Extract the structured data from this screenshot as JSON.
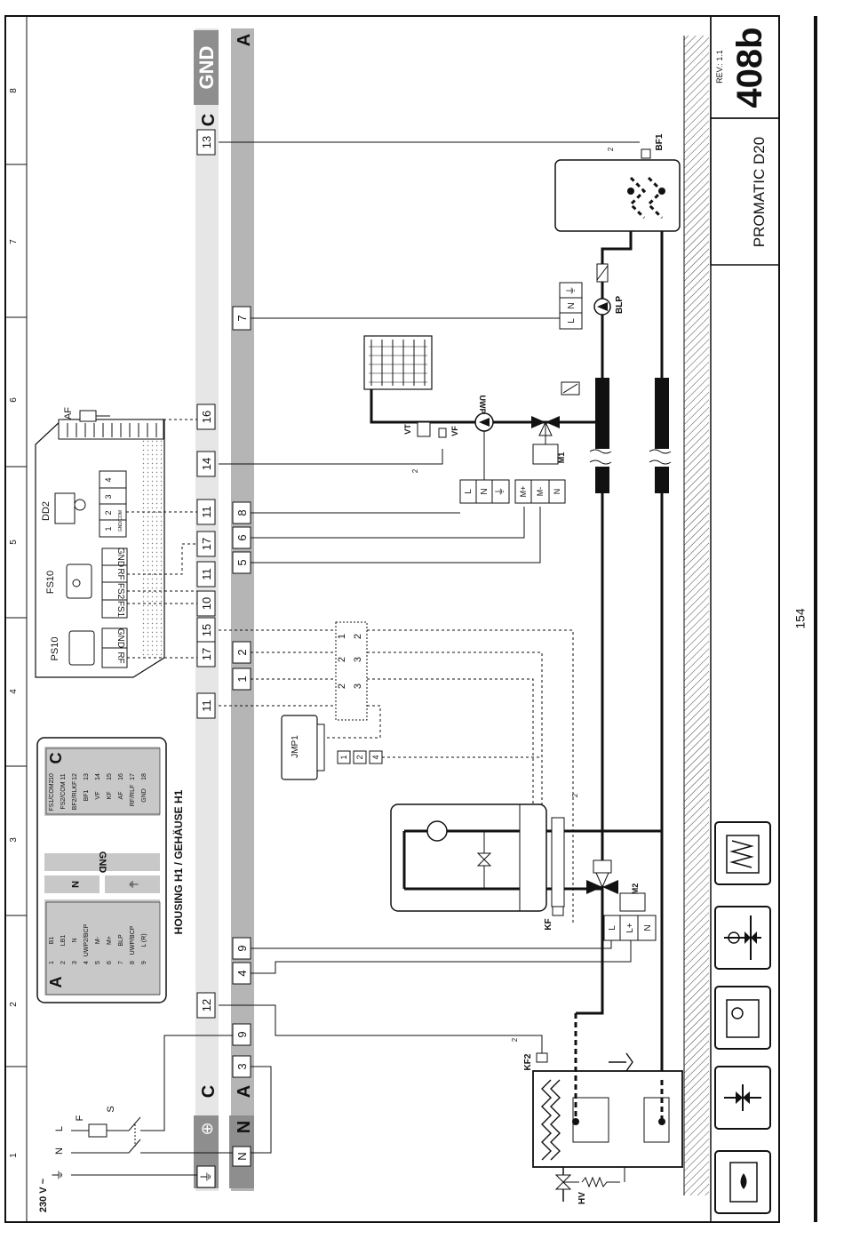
{
  "title_block": {
    "revision": "REV.: 1.1",
    "diagram_number": "408b",
    "product": "PROMATIC D20"
  },
  "page_number": "154",
  "grid_columns": [
    "1",
    "2",
    "3",
    "4",
    "5",
    "6",
    "7",
    "8"
  ],
  "supply": {
    "voltage": "230 V ~",
    "line": "L",
    "neutral": "N",
    "fuse": "F",
    "switch": "S"
  },
  "buses": {
    "gnd": "GND",
    "c": "C",
    "a": "A",
    "n": "N",
    "pe": "⏚",
    "pe_circle": "⊕"
  },
  "housing_title": "HOUSING H1 / GEHÄUSE H1",
  "terminal_table_a": {
    "header": "A",
    "rows": [
      {
        "num": "1",
        "label": "B1"
      },
      {
        "num": "2",
        "label": "LB1"
      },
      {
        "num": "3",
        "label": "N"
      },
      {
        "num": "4",
        "label": "UWP2/BCP"
      },
      {
        "num": "5",
        "label": "M-"
      },
      {
        "num": "6",
        "label": "M+"
      },
      {
        "num": "7",
        "label": "BLP"
      },
      {
        "num": "8",
        "label": "UWP/BCP"
      },
      {
        "num": "9",
        "label": "L (R)"
      }
    ]
  },
  "terminal_table_c": {
    "header": "C",
    "rows": [
      {
        "num": "10",
        "label": "FS1/COM2"
      },
      {
        "num": "11",
        "label": "FS2/COM"
      },
      {
        "num": "12",
        "label": "BF2/RLKF"
      },
      {
        "num": "13",
        "label": "BF1"
      },
      {
        "num": "14",
        "label": "VF"
      },
      {
        "num": "15",
        "label": "KF"
      },
      {
        "num": "16",
        "label": "AF"
      },
      {
        "num": "17",
        "label": "RF/RLF"
      },
      {
        "num": "18",
        "label": "GND"
      }
    ]
  },
  "legend_gnd_rows": [
    "GND",
    "N",
    "⏚"
  ],
  "c_terminals": [
    "13",
    "16",
    "14",
    "11",
    "17",
    "11",
    "10",
    "15",
    "17",
    "11",
    "12",
    "9"
  ],
  "a_terminals": [
    "7",
    "8",
    "6",
    "5",
    "2",
    "1",
    "9",
    "4",
    "3"
  ],
  "devices": {
    "dd2": {
      "name": "DD2",
      "terms": [
        "1",
        "2",
        "3",
        "4"
      ],
      "sub": "GND/COM"
    },
    "fs10": {
      "name": "FS10",
      "terms": [
        "GND",
        "RF",
        "FS2",
        "FS1"
      ]
    },
    "ps10": {
      "name": "PS10",
      "terms": [
        "GND",
        "RF"
      ]
    },
    "af": "AF",
    "jmp1": {
      "name": "JMP1",
      "terms": [
        "1",
        "2",
        "4"
      ]
    },
    "dotted_cols": [
      [
        "1",
        "2"
      ],
      [
        "2",
        "3"
      ],
      [
        "2",
        "3"
      ]
    ]
  },
  "components": {
    "bf1": "BF1",
    "blp": "BLP",
    "uwp": "UWP",
    "vt": "VT",
    "vf": "VF",
    "m1": "M1",
    "m2": "M2",
    "kf": "KF",
    "kf2": "KF2",
    "hv": "HV",
    "wire_size": "2",
    "ln_pe": [
      "L",
      "N",
      "⏚"
    ],
    "mplus": [
      "M+",
      "M-",
      "N"
    ],
    "m2_terms": [
      "L",
      "L+",
      "N"
    ],
    "uwp_terms": [
      "L",
      "N",
      "⏚"
    ]
  }
}
